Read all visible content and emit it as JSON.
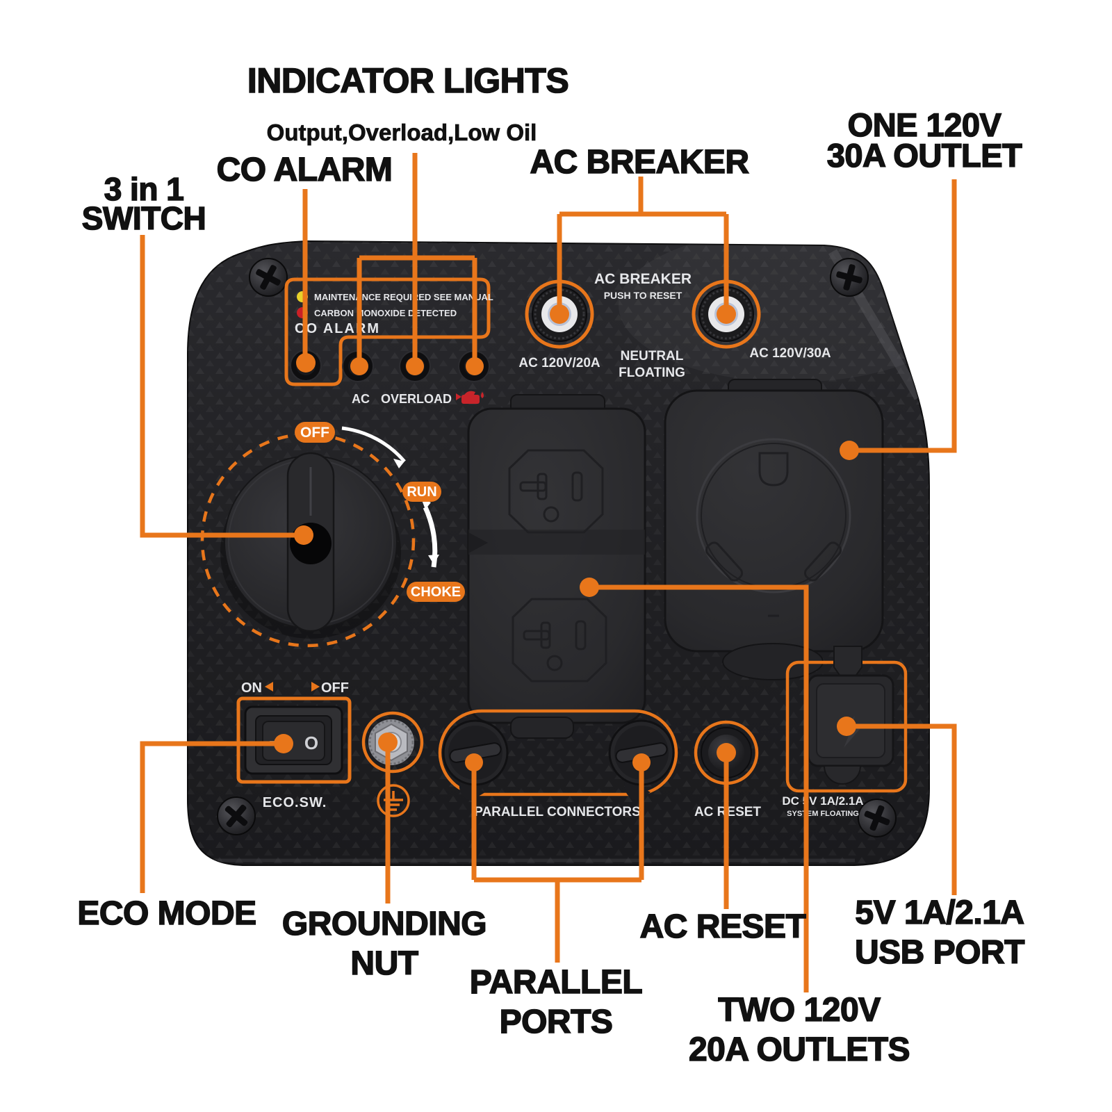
{
  "colors": {
    "accent": "#e8761b",
    "panel_dark": "#1d1d20",
    "label_text": "#111111",
    "panel_text": "#e6e7ea",
    "warn_yellow": "#e8d22a",
    "warn_red": "#cc2026"
  },
  "callouts": {
    "indicator": {
      "title": "INDICATOR LIGHTS",
      "subtitle": "Output,Overload,Low Oil"
    },
    "co_alarm": {
      "label": "CO ALARM"
    },
    "ac_breaker": {
      "label": "AC BREAKER"
    },
    "one_outlet": {
      "line1": "ONE 120V",
      "line2": "30A OUTLET"
    },
    "three_in_one": {
      "line1": "3 in 1",
      "line2": "SWITCH"
    },
    "eco_mode": {
      "label": "ECO MODE"
    },
    "grounding": {
      "line1": "GROUNDING",
      "line2": "NUT"
    },
    "parallel": {
      "line1": "PARALLEL",
      "line2": "PORTS"
    },
    "ac_reset": {
      "label": "AC RESET"
    },
    "two_outlets": {
      "line1": "TWO 120V",
      "line2": "20A OUTLETS"
    },
    "usb": {
      "line1": "5V 1A/2.1A",
      "line2": "USB PORT"
    }
  },
  "panel": {
    "co_box": {
      "maintenance": "MAINTENANCE REQUIRED SEE MANUAL",
      "carbon": "CARBON MONOXIDE DETECTED",
      "title": "CO ALARM"
    },
    "leds": {
      "ac": "AC",
      "overload": "OVERLOAD"
    },
    "breaker": {
      "title": "AC BREAKER",
      "subtitle": "PUSH TO RESET",
      "left_rating": "AC 120V/20A",
      "neutral1": "NEUTRAL",
      "neutral2": "FLOATING",
      "right_rating": "AC 120V/30A"
    },
    "dial": {
      "off": "OFF",
      "run": "RUN",
      "choke": "CHOKE"
    },
    "eco": {
      "on": "ON",
      "off": "OFF",
      "label": "ECO.SW.",
      "rocker": "O"
    },
    "bottom": {
      "parallel": "PARALLEL CONNECTORS",
      "ac_reset": "AC RESET",
      "dc": "DC 5V 1A/2.1A",
      "floating": "SYSTEM FLOATING"
    }
  }
}
